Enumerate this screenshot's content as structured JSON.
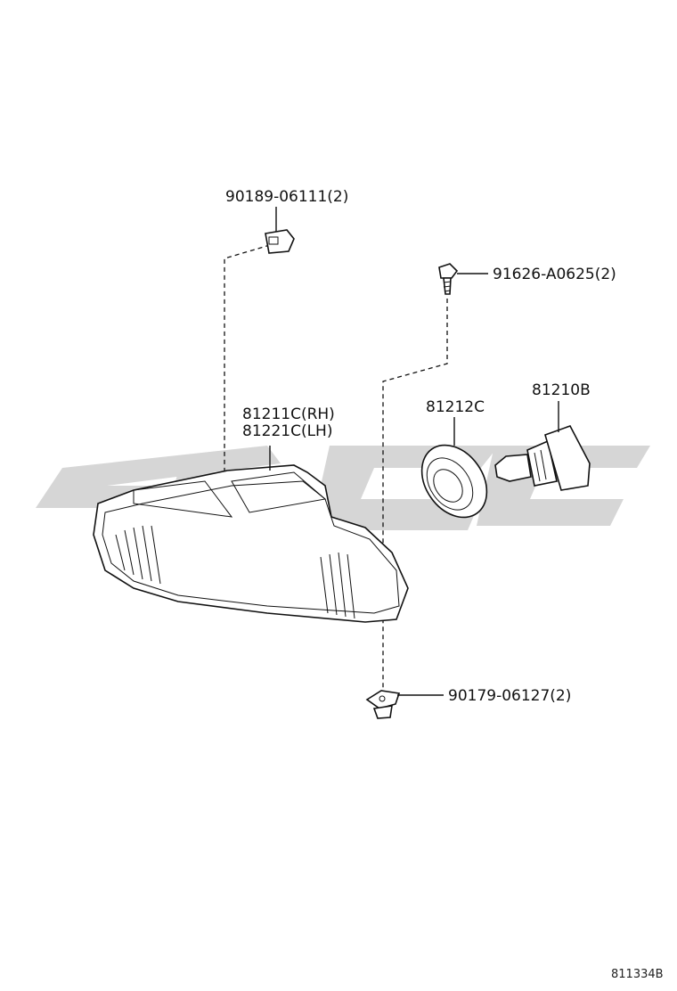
{
  "labels": {
    "clip_top": "90189-06111(2)",
    "screw": "91626-A0625(2)",
    "socket": "81212C",
    "bulb": "81210B",
    "lamp_rh": "81211C(RH)",
    "lamp_lh": "81221C(LH)",
    "clip_bottom": "90179-06127(2)",
    "diagram_code": "811334B"
  },
  "watermark": {
    "color": "#d9d9d9"
  }
}
